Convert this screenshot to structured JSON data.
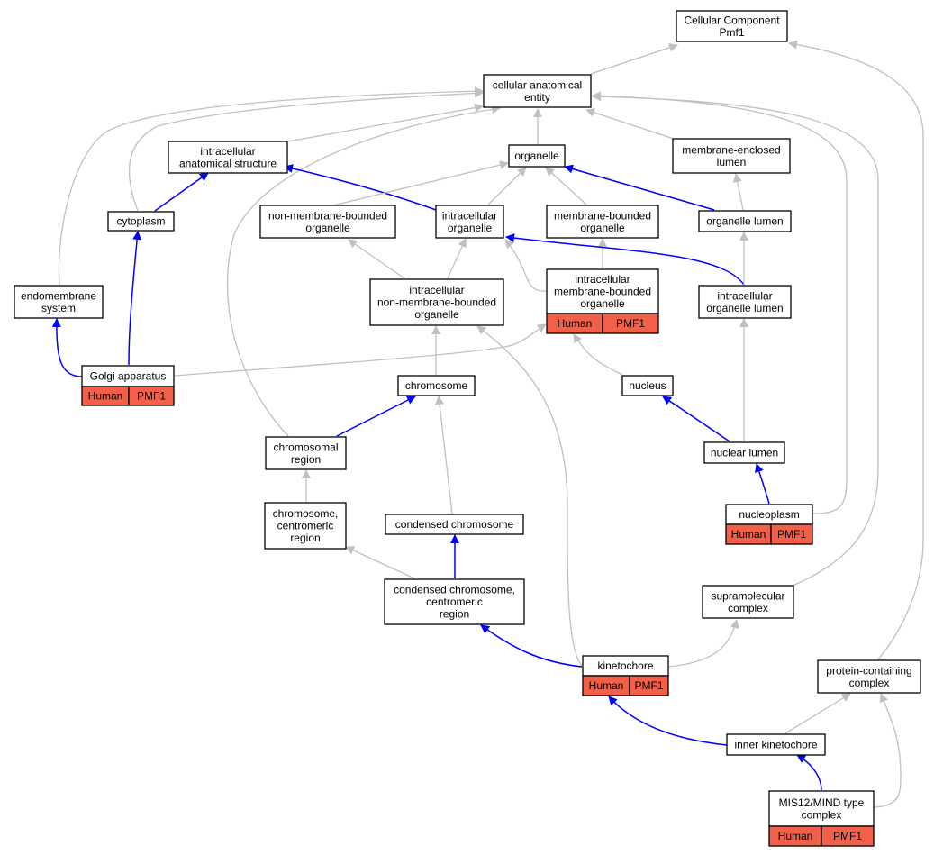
{
  "colors": {
    "is_a_edge": "#c0c0c0",
    "part_of_edge": "#0000ff",
    "annotation_fill": "#f2604a",
    "node_border": "#000000",
    "node_fill": "#ffffff"
  },
  "nodes": {
    "cellular_component": {
      "lines": [
        "Cellular Component",
        "Pmf1"
      ]
    },
    "cellular_anatomical_entity": {
      "lines": [
        "cellular anatomical",
        "entity"
      ]
    },
    "intracellular_anatomical_structure": {
      "lines": [
        "intracellular",
        "anatomical structure"
      ]
    },
    "organelle": {
      "lines": [
        "organelle"
      ]
    },
    "membrane_enclosed_lumen": {
      "lines": [
        "membrane-enclosed",
        "lumen"
      ]
    },
    "cytoplasm": {
      "lines": [
        "cytoplasm"
      ]
    },
    "non_membrane_bounded_organelle": {
      "lines": [
        "non-membrane-bounded",
        "organelle"
      ]
    },
    "intracellular_organelle": {
      "lines": [
        "intracellular",
        "organelle"
      ]
    },
    "membrane_bounded_organelle": {
      "lines": [
        "membrane-bounded",
        "organelle"
      ]
    },
    "organelle_lumen": {
      "lines": [
        "organelle lumen"
      ]
    },
    "endomembrane_system": {
      "lines": [
        "endomembrane",
        "system"
      ]
    },
    "intracellular_non_membrane_bounded_organelle": {
      "lines": [
        "intracellular",
        "non-membrane-bounded",
        "organelle"
      ]
    },
    "intracellular_membrane_bounded_organelle": {
      "lines": [
        "intracellular",
        "membrane-bounded",
        "organelle"
      ],
      "tags": [
        "Human",
        "PMF1"
      ]
    },
    "intracellular_organelle_lumen": {
      "lines": [
        "intracellular",
        "organelle lumen"
      ]
    },
    "golgi_apparatus": {
      "lines": [
        "Golgi apparatus"
      ],
      "tags": [
        "Human",
        "PMF1"
      ]
    },
    "chromosome": {
      "lines": [
        "chromosome"
      ]
    },
    "nucleus": {
      "lines": [
        "nucleus"
      ]
    },
    "chromosomal_region": {
      "lines": [
        "chromosomal",
        "region"
      ]
    },
    "nuclear_lumen": {
      "lines": [
        "nuclear lumen"
      ]
    },
    "chromosome_centromeric_region": {
      "lines": [
        "chromosome,",
        "centromeric",
        "region"
      ]
    },
    "condensed_chromosome": {
      "lines": [
        "condensed chromosome"
      ]
    },
    "nucleoplasm": {
      "lines": [
        "nucleoplasm"
      ],
      "tags": [
        "Human",
        "PMF1"
      ]
    },
    "condensed_chromosome_centromeric_region": {
      "lines": [
        "condensed chromosome,",
        "centromeric",
        "region"
      ]
    },
    "supramolecular_complex": {
      "lines": [
        "supramolecular",
        "complex"
      ]
    },
    "kinetochore": {
      "lines": [
        "kinetochore"
      ],
      "tags": [
        "Human",
        "PMF1"
      ]
    },
    "protein_containing_complex": {
      "lines": [
        "protein-containing",
        "complex"
      ]
    },
    "inner_kinetochore": {
      "lines": [
        "inner kinetochore"
      ]
    },
    "mis12_mind_type_complex": {
      "lines": [
        "MIS12/MIND type",
        "complex"
      ],
      "tags": [
        "Human",
        "PMF1"
      ]
    }
  },
  "edges": [
    {
      "from": "cellular_anatomical_entity",
      "to": "cellular_component",
      "type": "is_a"
    },
    {
      "from": "protein_containing_complex",
      "to": "cellular_component",
      "type": "is_a"
    },
    {
      "from": "intracellular_anatomical_structure",
      "to": "cellular_anatomical_entity",
      "type": "is_a"
    },
    {
      "from": "organelle",
      "to": "cellular_anatomical_entity",
      "type": "is_a"
    },
    {
      "from": "membrane_enclosed_lumen",
      "to": "cellular_anatomical_entity",
      "type": "is_a"
    },
    {
      "from": "cytoplasm",
      "to": "cellular_anatomical_entity",
      "type": "is_a"
    },
    {
      "from": "endomembrane_system",
      "to": "cellular_anatomical_entity",
      "type": "is_a"
    },
    {
      "from": "chromosomal_region",
      "to": "cellular_anatomical_entity",
      "type": "is_a"
    },
    {
      "from": "nucleoplasm",
      "to": "cellular_anatomical_entity",
      "type": "is_a"
    },
    {
      "from": "supramolecular_complex",
      "to": "cellular_anatomical_entity",
      "type": "is_a"
    },
    {
      "from": "cytoplasm",
      "to": "intracellular_anatomical_structure",
      "type": "part_of"
    },
    {
      "from": "intracellular_organelle",
      "to": "intracellular_anatomical_structure",
      "type": "part_of"
    },
    {
      "from": "non_membrane_bounded_organelle",
      "to": "organelle",
      "type": "is_a"
    },
    {
      "from": "intracellular_organelle",
      "to": "organelle",
      "type": "is_a"
    },
    {
      "from": "membrane_bounded_organelle",
      "to": "organelle",
      "type": "is_a"
    },
    {
      "from": "organelle_lumen",
      "to": "organelle",
      "type": "part_of"
    },
    {
      "from": "organelle_lumen",
      "to": "membrane_enclosed_lumen",
      "type": "is_a"
    },
    {
      "from": "golgi_apparatus",
      "to": "cytoplasm",
      "type": "part_of"
    },
    {
      "from": "golgi_apparatus",
      "to": "endomembrane_system",
      "type": "part_of"
    },
    {
      "from": "intracellular_non_membrane_bounded_organelle",
      "to": "non_membrane_bounded_organelle",
      "type": "is_a"
    },
    {
      "from": "intracellular_non_membrane_bounded_organelle",
      "to": "intracellular_organelle",
      "type": "is_a"
    },
    {
      "from": "intracellular_membrane_bounded_organelle",
      "to": "intracellular_organelle",
      "type": "is_a"
    },
    {
      "from": "intracellular_membrane_bounded_organelle",
      "to": "membrane_bounded_organelle",
      "type": "is_a"
    },
    {
      "from": "intracellular_organelle_lumen",
      "to": "intracellular_organelle",
      "type": "part_of"
    },
    {
      "from": "intracellular_organelle_lumen",
      "to": "organelle_lumen",
      "type": "is_a"
    },
    {
      "from": "golgi_apparatus",
      "to": "intracellular_membrane_bounded_organelle",
      "type": "is_a"
    },
    {
      "from": "chromosome",
      "to": "intracellular_non_membrane_bounded_organelle",
      "type": "is_a"
    },
    {
      "from": "kinetochore",
      "to": "intracellular_non_membrane_bounded_organelle",
      "type": "is_a"
    },
    {
      "from": "nucleus",
      "to": "intracellular_membrane_bounded_organelle",
      "type": "is_a"
    },
    {
      "from": "nuclear_lumen",
      "to": "intracellular_organelle_lumen",
      "type": "is_a"
    },
    {
      "from": "chromosomal_region",
      "to": "chromosome",
      "type": "part_of"
    },
    {
      "from": "condensed_chromosome",
      "to": "chromosome",
      "type": "is_a"
    },
    {
      "from": "nuclear_lumen",
      "to": "nucleus",
      "type": "part_of"
    },
    {
      "from": "nucleoplasm",
      "to": "nuclear_lumen",
      "type": "part_of"
    },
    {
      "from": "chromosome_centromeric_region",
      "to": "chromosomal_region",
      "type": "is_a"
    },
    {
      "from": "condensed_chromosome_centromeric_region",
      "to": "chromosome_centromeric_region",
      "type": "is_a"
    },
    {
      "from": "condensed_chromosome_centromeric_region",
      "to": "condensed_chromosome",
      "type": "part_of"
    },
    {
      "from": "kinetochore",
      "to": "condensed_chromosome_centromeric_region",
      "type": "part_of"
    },
    {
      "from": "kinetochore",
      "to": "supramolecular_complex",
      "type": "is_a"
    },
    {
      "from": "inner_kinetochore",
      "to": "kinetochore",
      "type": "part_of"
    },
    {
      "from": "inner_kinetochore",
      "to": "protein_containing_complex",
      "type": "is_a"
    },
    {
      "from": "mis12_mind_type_complex",
      "to": "inner_kinetochore",
      "type": "part_of"
    },
    {
      "from": "mis12_mind_type_complex",
      "to": "protein_containing_complex",
      "type": "is_a"
    }
  ]
}
